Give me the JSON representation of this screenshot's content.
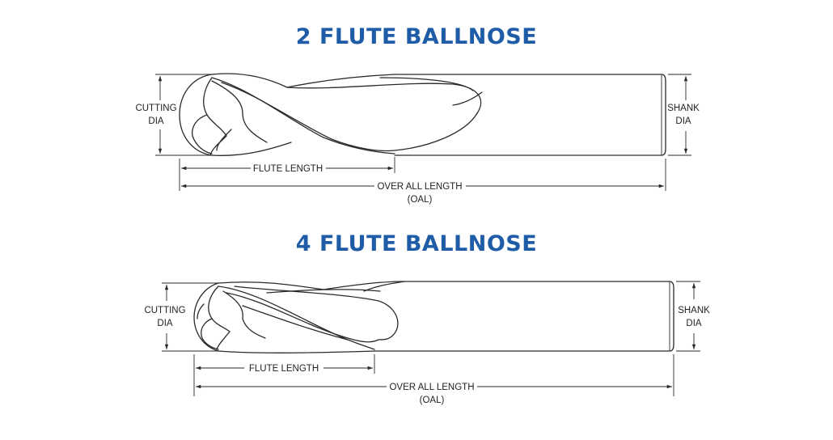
{
  "colors": {
    "title": "#1f5ca8",
    "line": "#2a2a2a"
  },
  "diagrams": [
    {
      "title": "2 FLUTE BALLNOSE",
      "labels": {
        "cutting_dia_1": "CUTTING",
        "cutting_dia_2": "DIA",
        "shank_dia_1": "SHANK",
        "shank_dia_2": "DIA",
        "flute_length": "FLUTE LENGTH",
        "oal_1": "OVER ALL LENGTH",
        "oal_2": "(OAL)"
      }
    },
    {
      "title": "4 FLUTE BALLNOSE",
      "labels": {
        "cutting_dia_1": "CUTTING",
        "cutting_dia_2": "DIA",
        "shank_dia_1": "SHANK",
        "shank_dia_2": "DIA",
        "flute_length": "FLUTE LENGTH",
        "oal_1": "OVER ALL LENGTH",
        "oal_2": "(OAL)"
      }
    }
  ]
}
